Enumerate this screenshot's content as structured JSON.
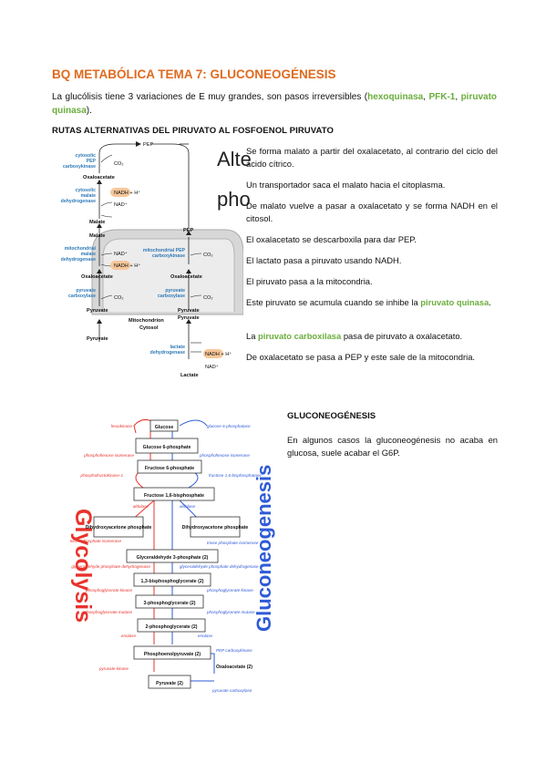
{
  "title": "BQ METABÓLICA TEMA 7: GLUCONEOGÉNESIS",
  "intro": {
    "prefix": "La glucólisis tiene 3 variaciones de E muy grandes, son pasos irreversibles (",
    "enzyme1": "hexoquinasa",
    "sep1": ", ",
    "enzyme2": "PFK-1",
    "sep2": ", ",
    "enzyme3": "piruvato quinasa",
    "suffix": ")."
  },
  "section1_heading": "RUTAS ALTERNATIVAS DEL PIRUVATO AL FOSFOENOL PIRUVATO",
  "diagram1": {
    "overlay_line1": "Alte",
    "overlay_line2": "pho",
    "labels": {
      "pep_top": "PEP",
      "cytosolic_pep_ck": [
        "cytosolic",
        "PEP",
        "carboxykinase"
      ],
      "co2": "CO₂",
      "oxaloacetate": "Oxaloacetate",
      "cytosolic_mdh": [
        "cytosolic",
        "malate",
        "dehydrogenase"
      ],
      "nadh": "NADH + H⁺",
      "nad": "NAD⁺",
      "malate": "Malate",
      "mito_mdh": [
        "mitochondrial",
        "malate",
        "dehydrogenase"
      ],
      "mito_pep_ck": [
        "mitochondrial PEP",
        "carboxykinase"
      ],
      "pyruvate_carboxylase": [
        "pyruvate",
        "carboxylase"
      ],
      "pyruvate": "Pyruvate",
      "pep": "PEP",
      "mitochondrion": "Mitochondrion",
      "cytosol": "Cytosol",
      "lactate_dh": [
        "lactate",
        "dehydrogenase"
      ],
      "lactate": "Lactate"
    }
  },
  "notes": [
    {
      "segments": [
        {
          "text": "Se forma malato a partir del oxalacetato, al contrario del ciclo del ácido cítrico.",
          "green": false
        }
      ]
    },
    {
      "segments": [
        {
          "text": "Un transportador saca el malato hacia el citoplasma.",
          "green": false
        }
      ]
    },
    {
      "segments": [
        {
          "text": "De malato vuelve a pasar a oxalacetato y se forma NADH en el citosol.",
          "green": false
        }
      ]
    },
    {
      "segments": [
        {
          "text": "El oxalacetato se descarboxila para dar PEP.",
          "green": false
        }
      ]
    },
    {
      "segments": [
        {
          "text": "El lactato pasa a piruvato usando NADH.",
          "green": false
        }
      ]
    },
    {
      "segments": [
        {
          "text": "El piruvato pasa a la mitocondria.",
          "green": false
        }
      ]
    },
    {
      "segments": [
        {
          "text": "Este piruvato se acumula cuando se inhibe la ",
          "green": false
        },
        {
          "text": "piruvato quinasa",
          "green": true
        },
        {
          "text": ".",
          "green": false
        }
      ]
    },
    {
      "segments": [
        {
          "text": "La ",
          "green": false
        },
        {
          "text": "piruvato carboxilasa",
          "green": true
        },
        {
          "text": " pasa de piruvato a oxalacetato.",
          "green": false
        }
      ]
    },
    {
      "segments": [
        {
          "text": "De oxalacetato se pasa a PEP y este sale de la mitocondria.",
          "green": false
        }
      ]
    }
  ],
  "section2_heading": "GLUCONEOGÉNESIS",
  "section2_text": "En algunos casos la gluconeogénesis no acaba en glucosa, suele acabar el G6P.",
  "diagram2": {
    "glycolysis_label": "Glycolysis",
    "gluconeogenesis_label": "Gluconeogenesis",
    "metabolites": [
      "Glucose",
      "Glucose 6-phosphate",
      "Fructose 6-phosphate",
      "Fructose 1,6-bisphosphate",
      "Dihydroxyacetone phosphate",
      "Dihydroxyacetone phosphate",
      "Glyceraldehyde 3-phosphate (2)",
      "1,3-bisphosphoglycerate (2)",
      "3-phosphoglycerate (2)",
      "2-phosphoglycerate (2)",
      "Phosphoenolpyruvate (2)",
      "Oxaloacetate (2)",
      "Pyruvate (2)"
    ],
    "glycolysis_enzymes": [
      "hexokinase",
      "phosphohexose isomerase",
      "phosphofructokinase-1",
      "aldolase",
      "triose phosphate isomerase",
      "glyceraldehyde phosphate dehydrogenase",
      "phosphoglycerate kinase",
      "phosphoglycerate mutase",
      "enolase",
      "pyruvate kinase"
    ],
    "gluconeogenesis_enzymes": [
      "glucose 6-phosphatase",
      "phosphohexose isomerase",
      "fructose 1,6-bisphosphatase",
      "aldolase",
      "triose phosphate isomerase",
      "glyceraldehyde phosphate dehydrogenase",
      "phosphoglycerate kinase",
      "phosphoglycerate mutase",
      "enolase",
      "PEP carboxykinase",
      "pyruvate carboxylase"
    ],
    "colors": {
      "glycolysis": "#e8332b",
      "gluconeogenesis": "#2f5bd6"
    }
  }
}
